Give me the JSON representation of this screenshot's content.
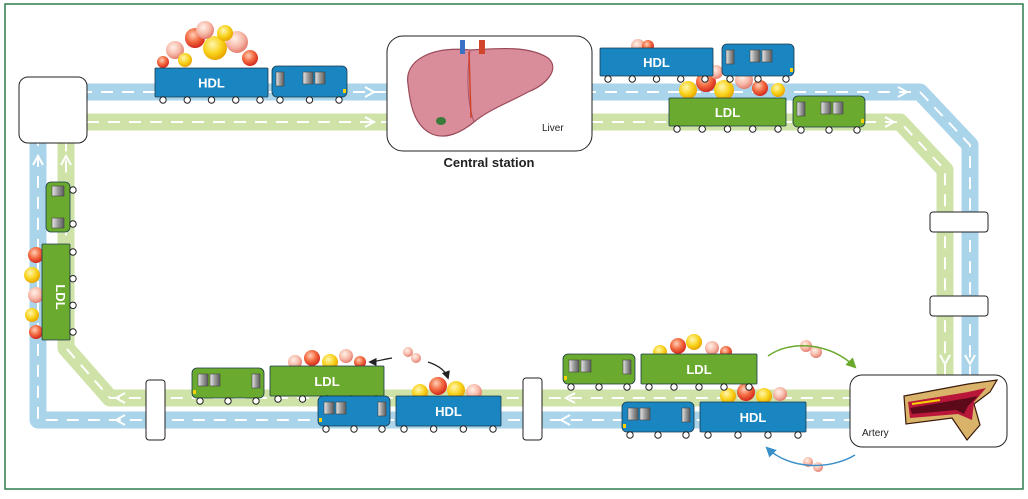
{
  "labels": {
    "central_station": "Central station",
    "liver": "Liver",
    "artery": "Artery"
  },
  "cars": {
    "hdl": "HDL",
    "ldl": "LDL"
  },
  "colors": {
    "frame_border": "#2e7d4f",
    "hdl_lane": "#a9d4ea",
    "ldl_lane": "#cfe3a9",
    "hdl_car": "#1a86c1",
    "ldl_car": "#6aaa2e",
    "liver": "#d98d9a",
    "artery_wall": "#b8173a",
    "plaque_yellow": "#f6d000",
    "arrow_green": "#6aa82c",
    "arrow_blue": "#3a8fc8"
  },
  "icons": [
    "liver-illustration",
    "artery-illustration",
    "lipid-particle-icon",
    "train-car-icon"
  ]
}
